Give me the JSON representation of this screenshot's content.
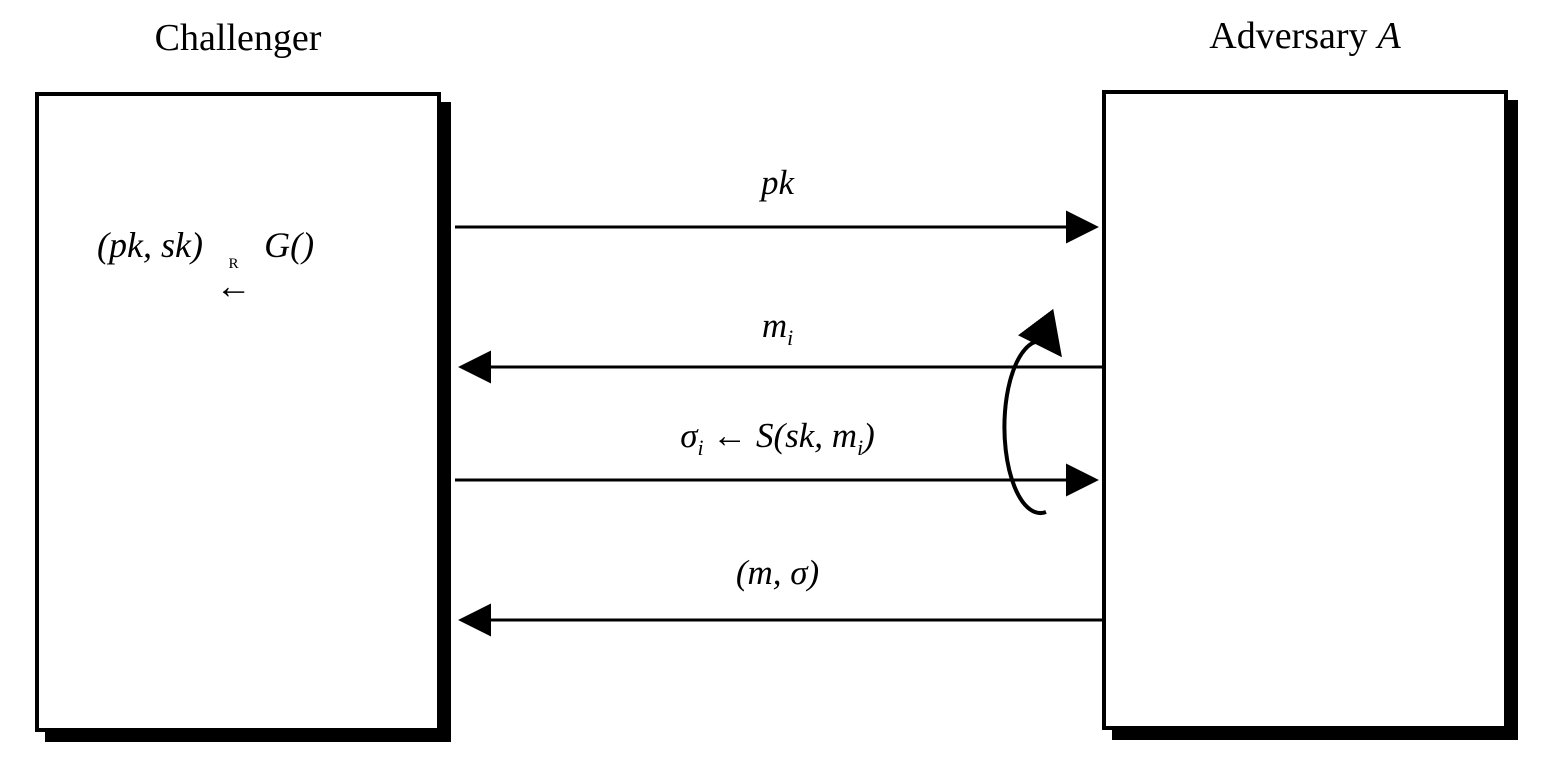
{
  "diagram": {
    "challenger": {
      "title": "Challenger",
      "keygen": {
        "pre": "(pk, sk) ",
        "arrow": "←",
        "sup": "R",
        "post": " G()"
      }
    },
    "adversary": {
      "title": "Adversary",
      "symbol": "A"
    },
    "messages": [
      {
        "name": "public-key",
        "direction": "right",
        "parts": [
          "pk"
        ]
      },
      {
        "name": "message-query",
        "direction": "left",
        "parts": [
          "m",
          "i"
        ]
      },
      {
        "name": "signature-response",
        "direction": "right",
        "parts": [
          "σ",
          "i",
          " ← S(sk, m",
          "i",
          ")"
        ]
      },
      {
        "name": "forgery",
        "direction": "left",
        "parts": [
          "(m, σ)"
        ]
      }
    ],
    "loop": {
      "meaning": "repeated signing queries"
    }
  },
  "colors": {
    "ink": "#000000",
    "background": "#ffffff"
  }
}
